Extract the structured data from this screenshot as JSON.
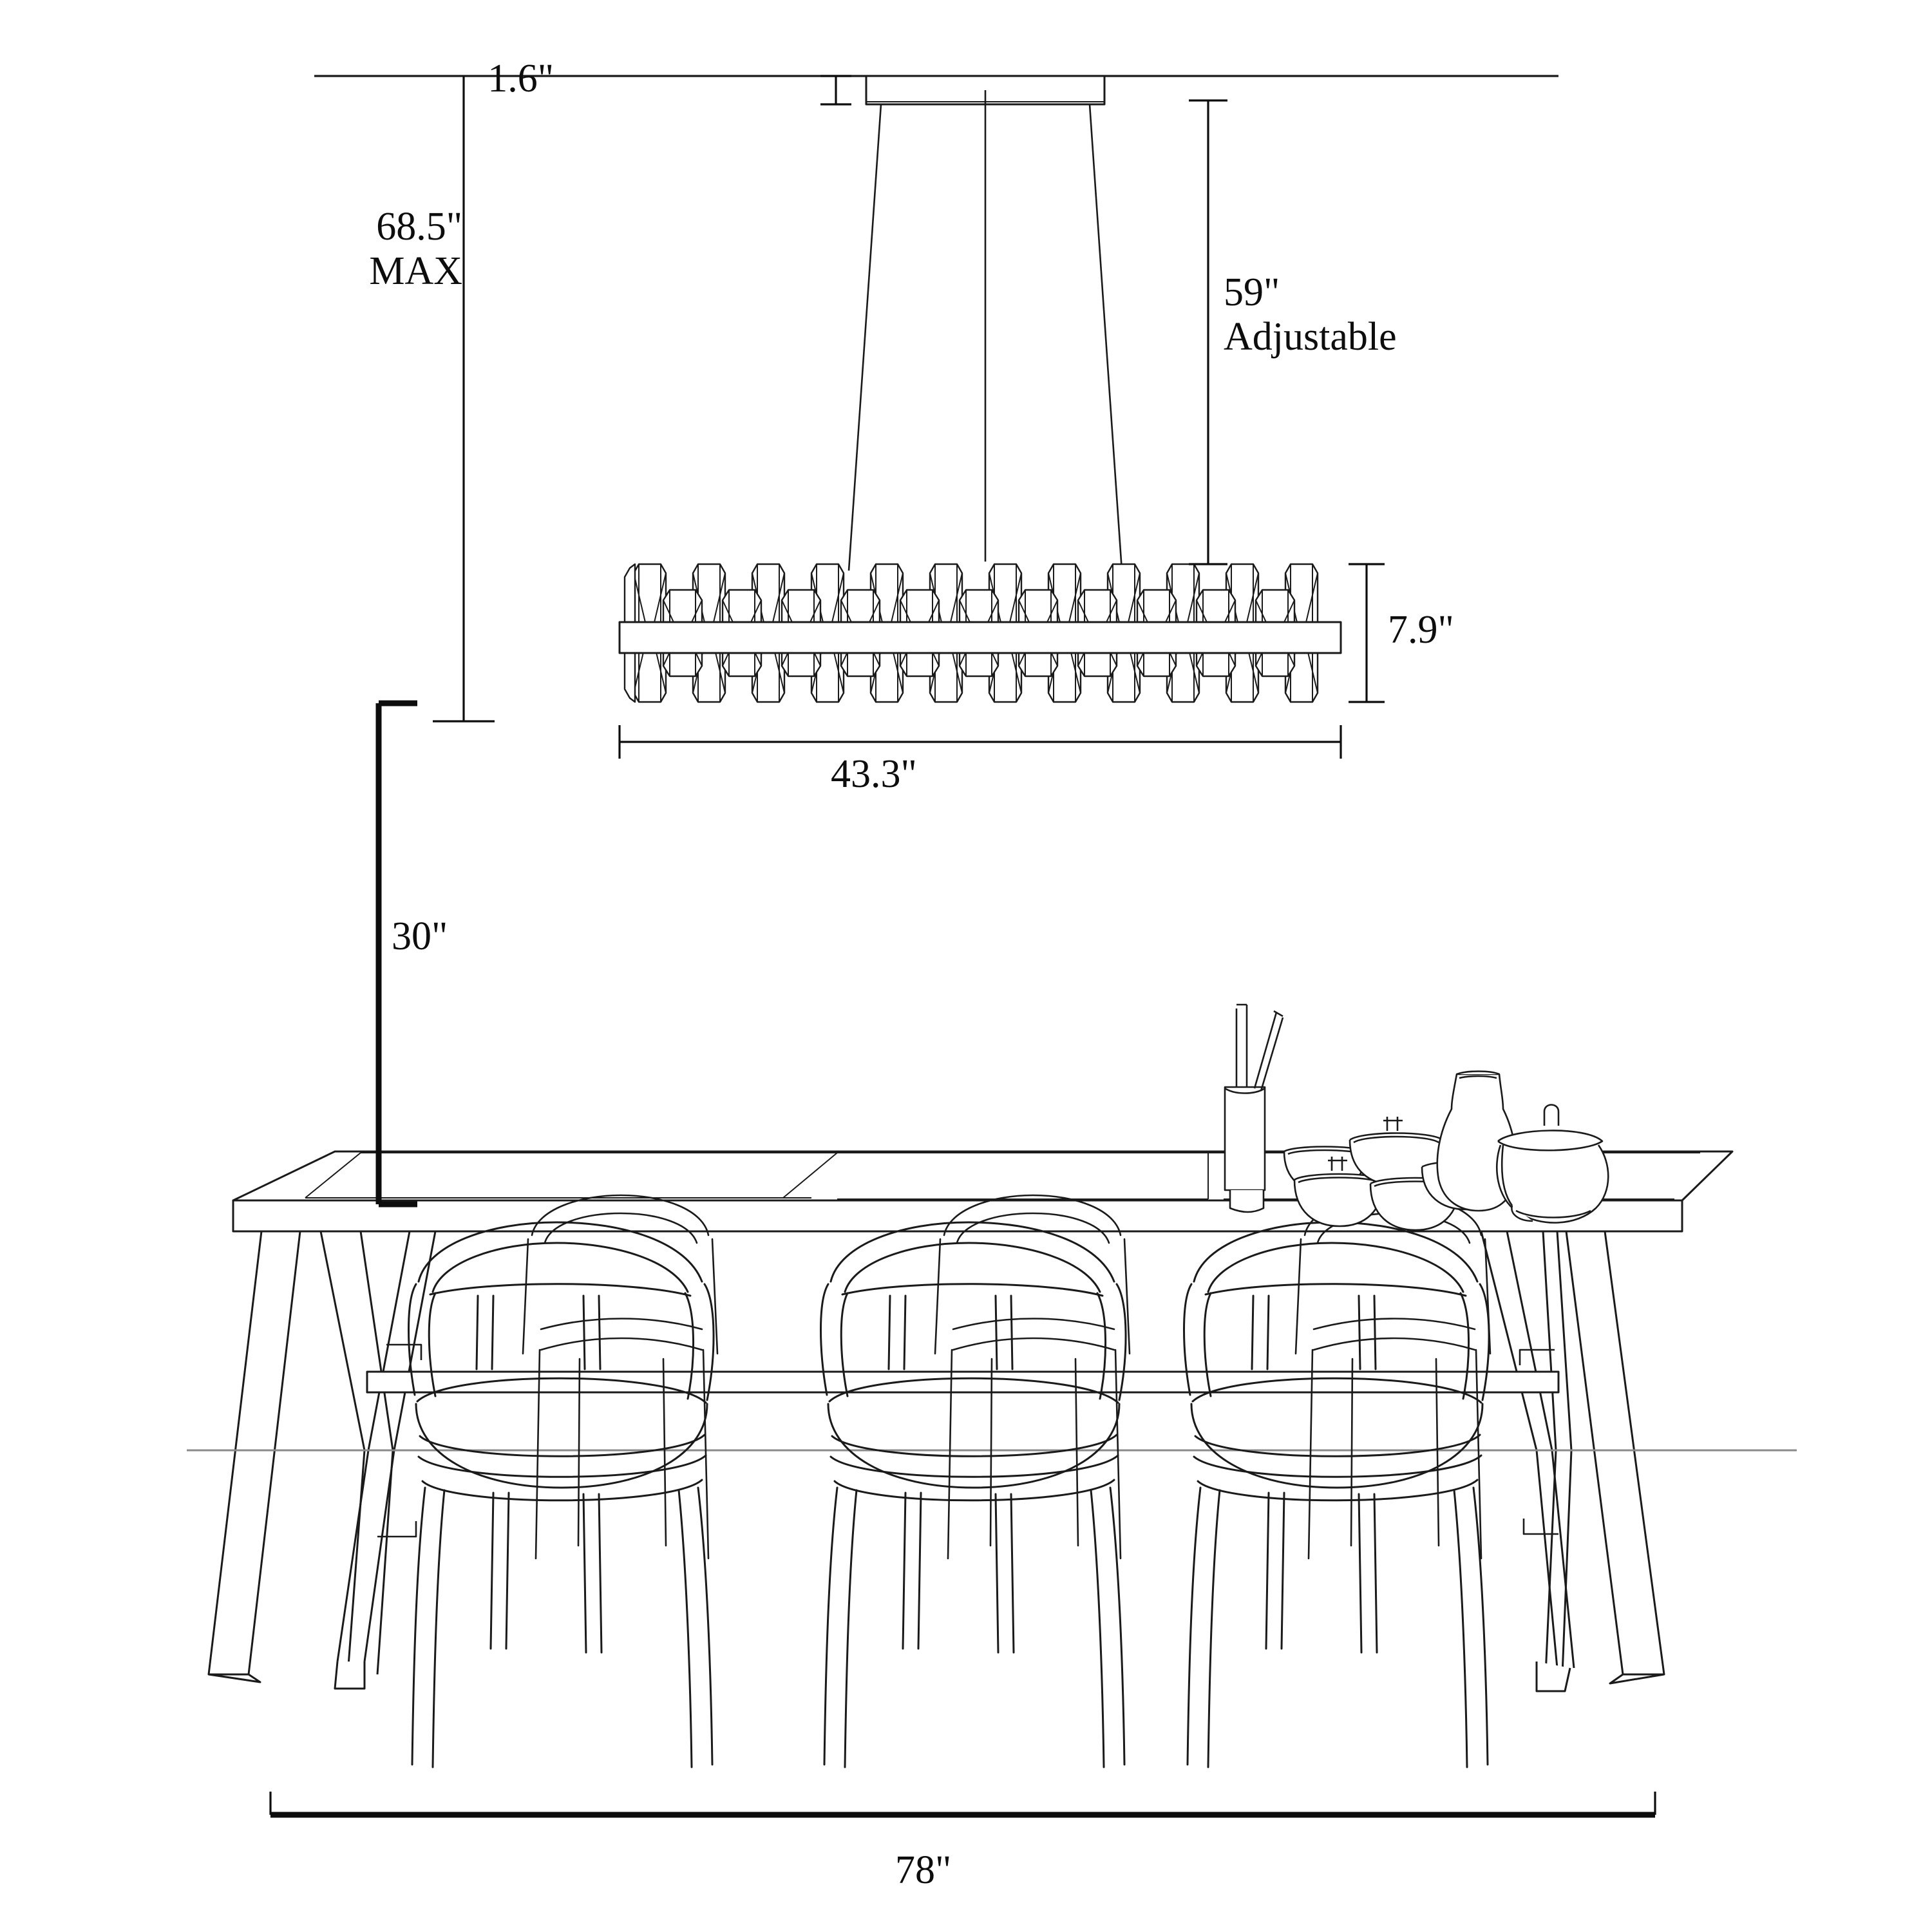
{
  "drawing": {
    "title": "Linear Crystal Chandelier over Dining Table — Dimension Drawing",
    "line_color": "#1a1a1a",
    "dim_color": "#0d0d0d",
    "floor_line_color": "#8a8a8a",
    "background": "#ffffff"
  },
  "dimensions": {
    "canopy_height": "1.6\"",
    "max_drop_line1": "68.5\"",
    "max_drop_line2": "MAX",
    "adjustable_line1": "59\"",
    "adjustable_line2": "Adjustable",
    "fixture_height": "7.9\"",
    "fixture_width": "43.3\"",
    "table_height": "30\"",
    "table_width": "78\""
  },
  "fixture": {
    "name": "linear-crystal-chandelier",
    "canopy_label": "ceiling-canopy",
    "suspension": "two-cable-suspension",
    "bar_label": "horizontal-crystal-bar",
    "crystal_count_tall": 12,
    "crystal_count_short": 11
  },
  "furniture": {
    "table": "x-trestle-dining-table",
    "table_stretcher": "center-stretcher-bar",
    "chairs": "curved-back-armchair",
    "chair_count": 6
  },
  "tabletop_items": [
    {
      "name": "chopstick-vessel",
      "label": "chopstick holder with chopsticks"
    },
    {
      "name": "small-bowl-left",
      "label": "small bowl"
    },
    {
      "name": "lidded-bowl-front",
      "label": "lidded bowl"
    },
    {
      "name": "lidded-bowl-back",
      "label": "lidded bowl"
    },
    {
      "name": "open-bowl-center",
      "label": "open bowl"
    },
    {
      "name": "open-bowl-right",
      "label": "open bowl"
    },
    {
      "name": "tall-vase",
      "label": "tall narrow vase"
    },
    {
      "name": "teapot",
      "label": "round teapot with lid and handle"
    }
  ]
}
